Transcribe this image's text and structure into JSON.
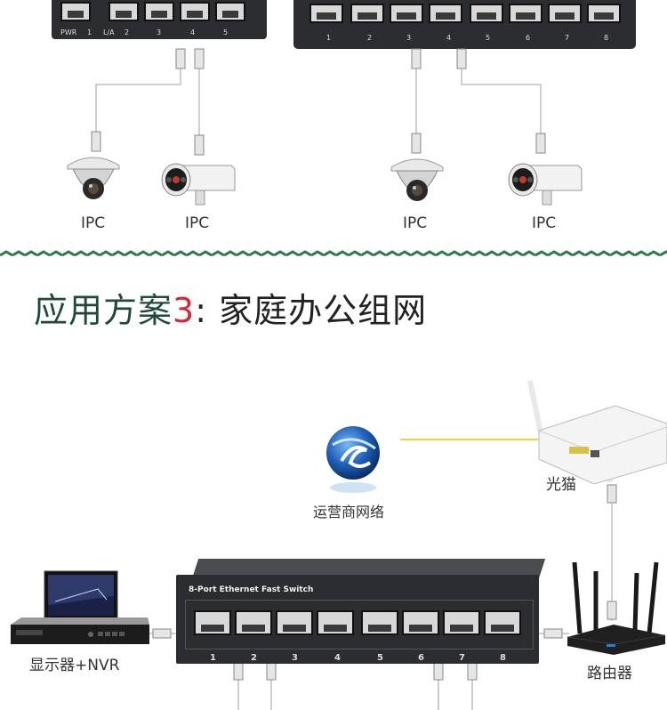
{
  "top_left_switch": {
    "labels": [
      "PWR",
      "1",
      "L/A",
      "2",
      "3",
      "4",
      "5"
    ]
  },
  "top_right_switch": {
    "port_numbers": [
      "1",
      "2",
      "3",
      "4",
      "5",
      "6",
      "7",
      "8"
    ]
  },
  "ipc_captions": [
    "IPC",
    "IPC",
    "IPC",
    "IPC"
  ],
  "section_title": {
    "prefix": "应用方案",
    "number": "3",
    "suffix": ": 家庭办公组网"
  },
  "nodes": {
    "isp": "运营商网络",
    "modem": "光猫",
    "router": "路由器",
    "nvr": "显示器+NVR"
  },
  "main_switch": {
    "label": "8-Port Ethernet Fast Switch",
    "port_numbers": [
      "1",
      "2",
      "3",
      "4",
      "5",
      "6",
      "7",
      "8"
    ]
  },
  "colors": {
    "title_green": "#1f4a3a",
    "title_red": "#d4283a",
    "divider_green": "#2d7a4a",
    "wan_line": "#f0d23c"
  }
}
